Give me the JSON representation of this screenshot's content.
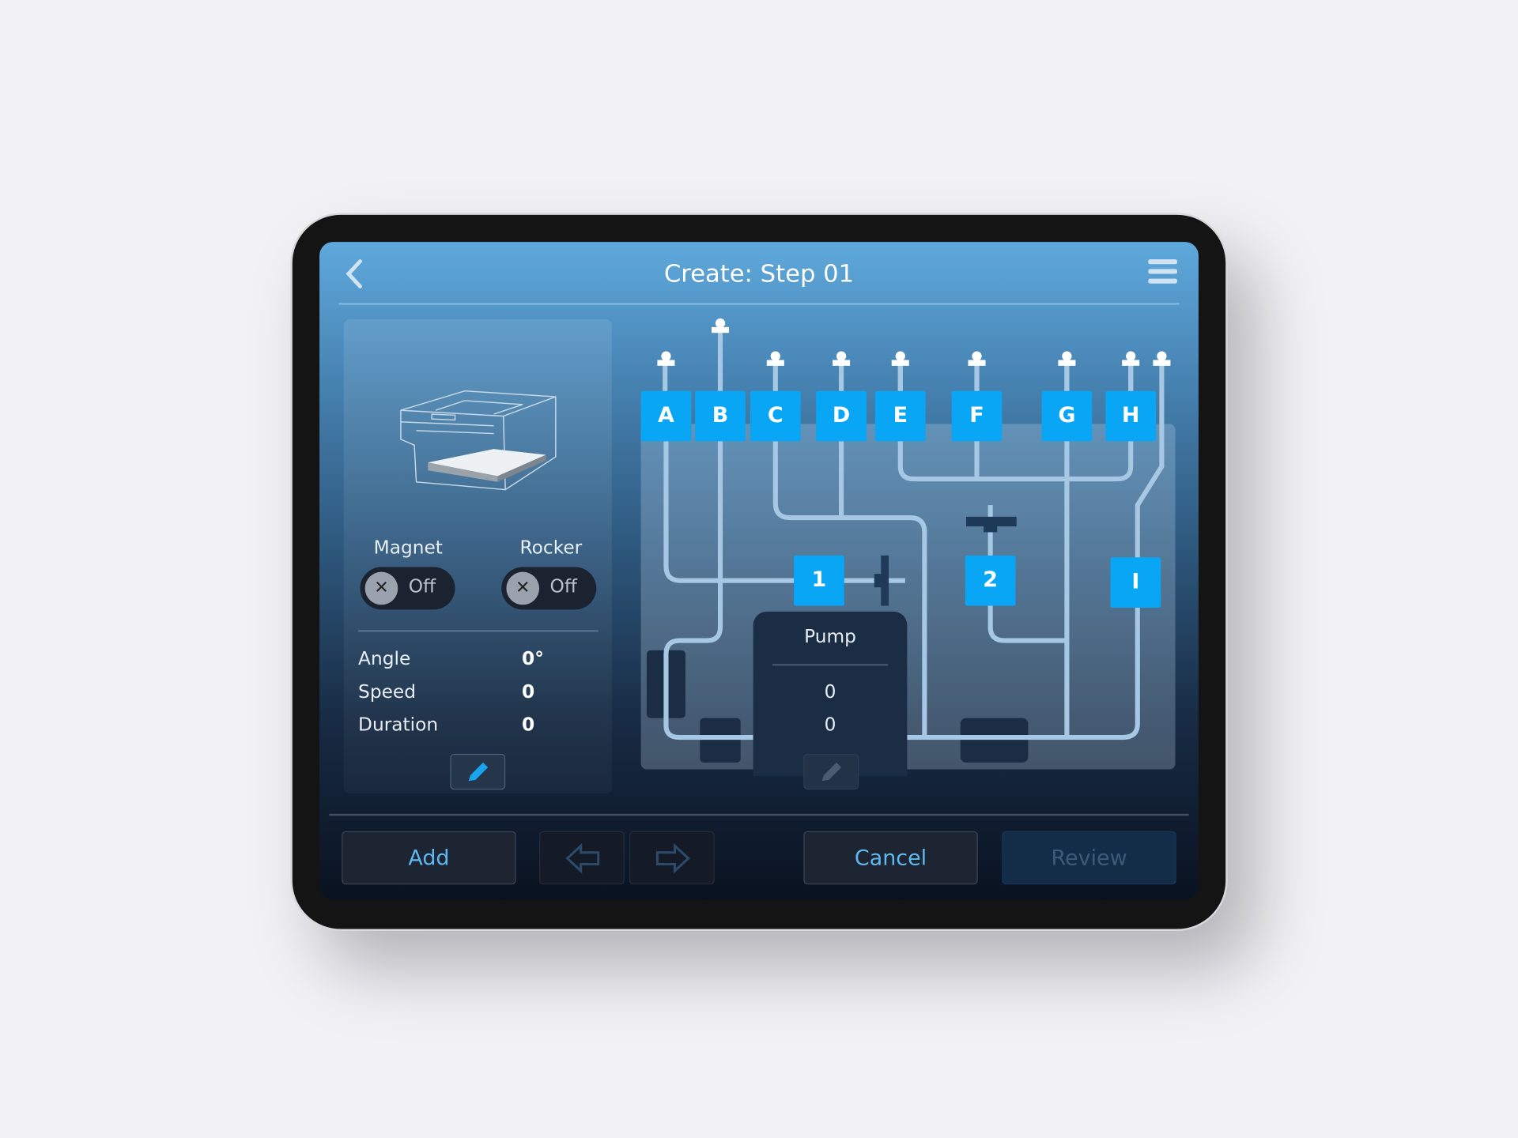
{
  "header": {
    "title": "Create: Step 01",
    "back_icon": "chevron-left-icon",
    "menu_icon": "hamburger-menu-icon"
  },
  "left_panel": {
    "device_icon": "plate-reader-instrument-icon",
    "magnet": {
      "label": "Magnet",
      "state": "Off"
    },
    "rocker": {
      "label": "Rocker",
      "state": "Off"
    },
    "params": [
      {
        "label": "Angle",
        "value": "0°"
      },
      {
        "label": "Speed",
        "value": "0"
      },
      {
        "label": "Duration",
        "value": "0"
      }
    ],
    "edit_icon": "pencil-icon"
  },
  "diagram": {
    "valves": [
      "A",
      "B",
      "C",
      "D",
      "E",
      "F",
      "G",
      "H"
    ],
    "ports": [
      "1",
      "2",
      "I"
    ],
    "pump": {
      "label": "Pump",
      "value1": "0",
      "value2": "0"
    },
    "accent": "#08a6f5"
  },
  "footer": {
    "add": "Add",
    "cancel": "Cancel",
    "review": "Review",
    "prev_icon": "arrow-left-icon",
    "next_icon": "arrow-right-icon"
  }
}
